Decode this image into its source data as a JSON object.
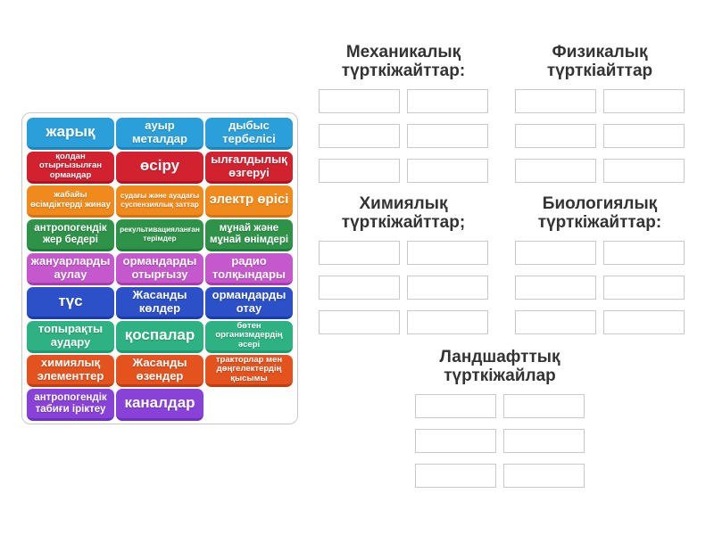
{
  "colors": {
    "background": "#ffffff",
    "header_text": "#333333",
    "slot_border": "#c9c9c9",
    "board_border": "#c9c9c9",
    "tile_text": "#ffffff"
  },
  "tile_board": {
    "tiles": [
      {
        "label": "жарық",
        "color": "#2b9fd9",
        "edge": "#1d86bd",
        "size": "lg"
      },
      {
        "label": "ауыр металдар",
        "color": "#2b9fd9",
        "edge": "#1d86bd",
        "size": "md"
      },
      {
        "label": "дыбыс тербелісі",
        "color": "#2b9fd9",
        "edge": "#1d86bd",
        "size": "md"
      },
      {
        "label": "қолдан отырғызылған ормандар",
        "color": "#d2212f",
        "edge": "#b1121f",
        "size": "xs"
      },
      {
        "label": "өсіру",
        "color": "#d2212f",
        "edge": "#b1121f",
        "size": "lg"
      },
      {
        "label": "ылғалдылық өзгеруі",
        "color": "#d2212f",
        "edge": "#b1121f",
        "size": "md"
      },
      {
        "label": "жабайы өсімдіктерді жинау",
        "color": "#f18a1c",
        "edge": "#d4740e",
        "size": "xs"
      },
      {
        "label": "судағы және ауадағы суспензиялық заттар",
        "color": "#f18a1c",
        "edge": "#d4740e",
        "size": "xxs"
      },
      {
        "label": "электр өрісі",
        "color": "#f18a1c",
        "edge": "#d4740e",
        "size": "ml"
      },
      {
        "label": "антропогендік жер бедері",
        "color": "#2e9349",
        "edge": "#1e7c38",
        "size": "sm"
      },
      {
        "label": "рекультивацияланған терімдер",
        "color": "#2e9349",
        "edge": "#1e7c38",
        "size": "xxs"
      },
      {
        "label": "мұнай және мұнай өнімдері",
        "color": "#2e9349",
        "edge": "#1e7c38",
        "size": "sm"
      },
      {
        "label": "жануарларды аулау",
        "color": "#c558cc",
        "edge": "#a93bb2",
        "size": "md"
      },
      {
        "label": "ормандарды отырғызу",
        "color": "#c558cc",
        "edge": "#a93bb2",
        "size": "md"
      },
      {
        "label": "радио толқындары",
        "color": "#c558cc",
        "edge": "#a93bb2",
        "size": "md"
      },
      {
        "label": "түс",
        "color": "#2b50c8",
        "edge": "#1c3bae",
        "size": "lg"
      },
      {
        "label": "Жасанды көлдер",
        "color": "#2b50c8",
        "edge": "#1c3bae",
        "size": "md"
      },
      {
        "label": "ормандарды отау",
        "color": "#2b50c8",
        "edge": "#1c3bae",
        "size": "md"
      },
      {
        "label": "топырақты аудару",
        "color": "#2eb183",
        "edge": "#1e9a6e",
        "size": "md"
      },
      {
        "label": "қоспалар",
        "color": "#2eb183",
        "edge": "#1e9a6e",
        "size": "lg"
      },
      {
        "label": "бөтен организмдердің әсері",
        "color": "#2eb183",
        "edge": "#1e9a6e",
        "size": "xs"
      },
      {
        "label": "химиялық элементтер",
        "color": "#e4521e",
        "edge": "#c43d10",
        "size": "md"
      },
      {
        "label": "Жасанды өзендер",
        "color": "#e4521e",
        "edge": "#c43d10",
        "size": "md"
      },
      {
        "label": "тракторлар мен дөңгелектердің қысымы",
        "color": "#e4521e",
        "edge": "#c43d10",
        "size": "xs"
      },
      {
        "label": "антропогендік табиғи іріктеу",
        "color": "#8842d8",
        "edge": "#7030c0",
        "size": "sm"
      },
      {
        "label": "каналдар",
        "color": "#8842d8",
        "edge": "#7030c0",
        "size": "lg"
      }
    ]
  },
  "groups": [
    {
      "title": "Механикалық түрткіжайттар:",
      "slot_count": 6
    },
    {
      "title": "Физикалық түрткіайттар",
      "slot_count": 6
    },
    {
      "title": "Химиялық түрткіжайттар;",
      "slot_count": 6
    },
    {
      "title": "Биологиялық түрткіжайттар:",
      "slot_count": 6
    },
    {
      "title": "Ландшафттық түрткіжайлар",
      "slot_count": 6
    }
  ]
}
